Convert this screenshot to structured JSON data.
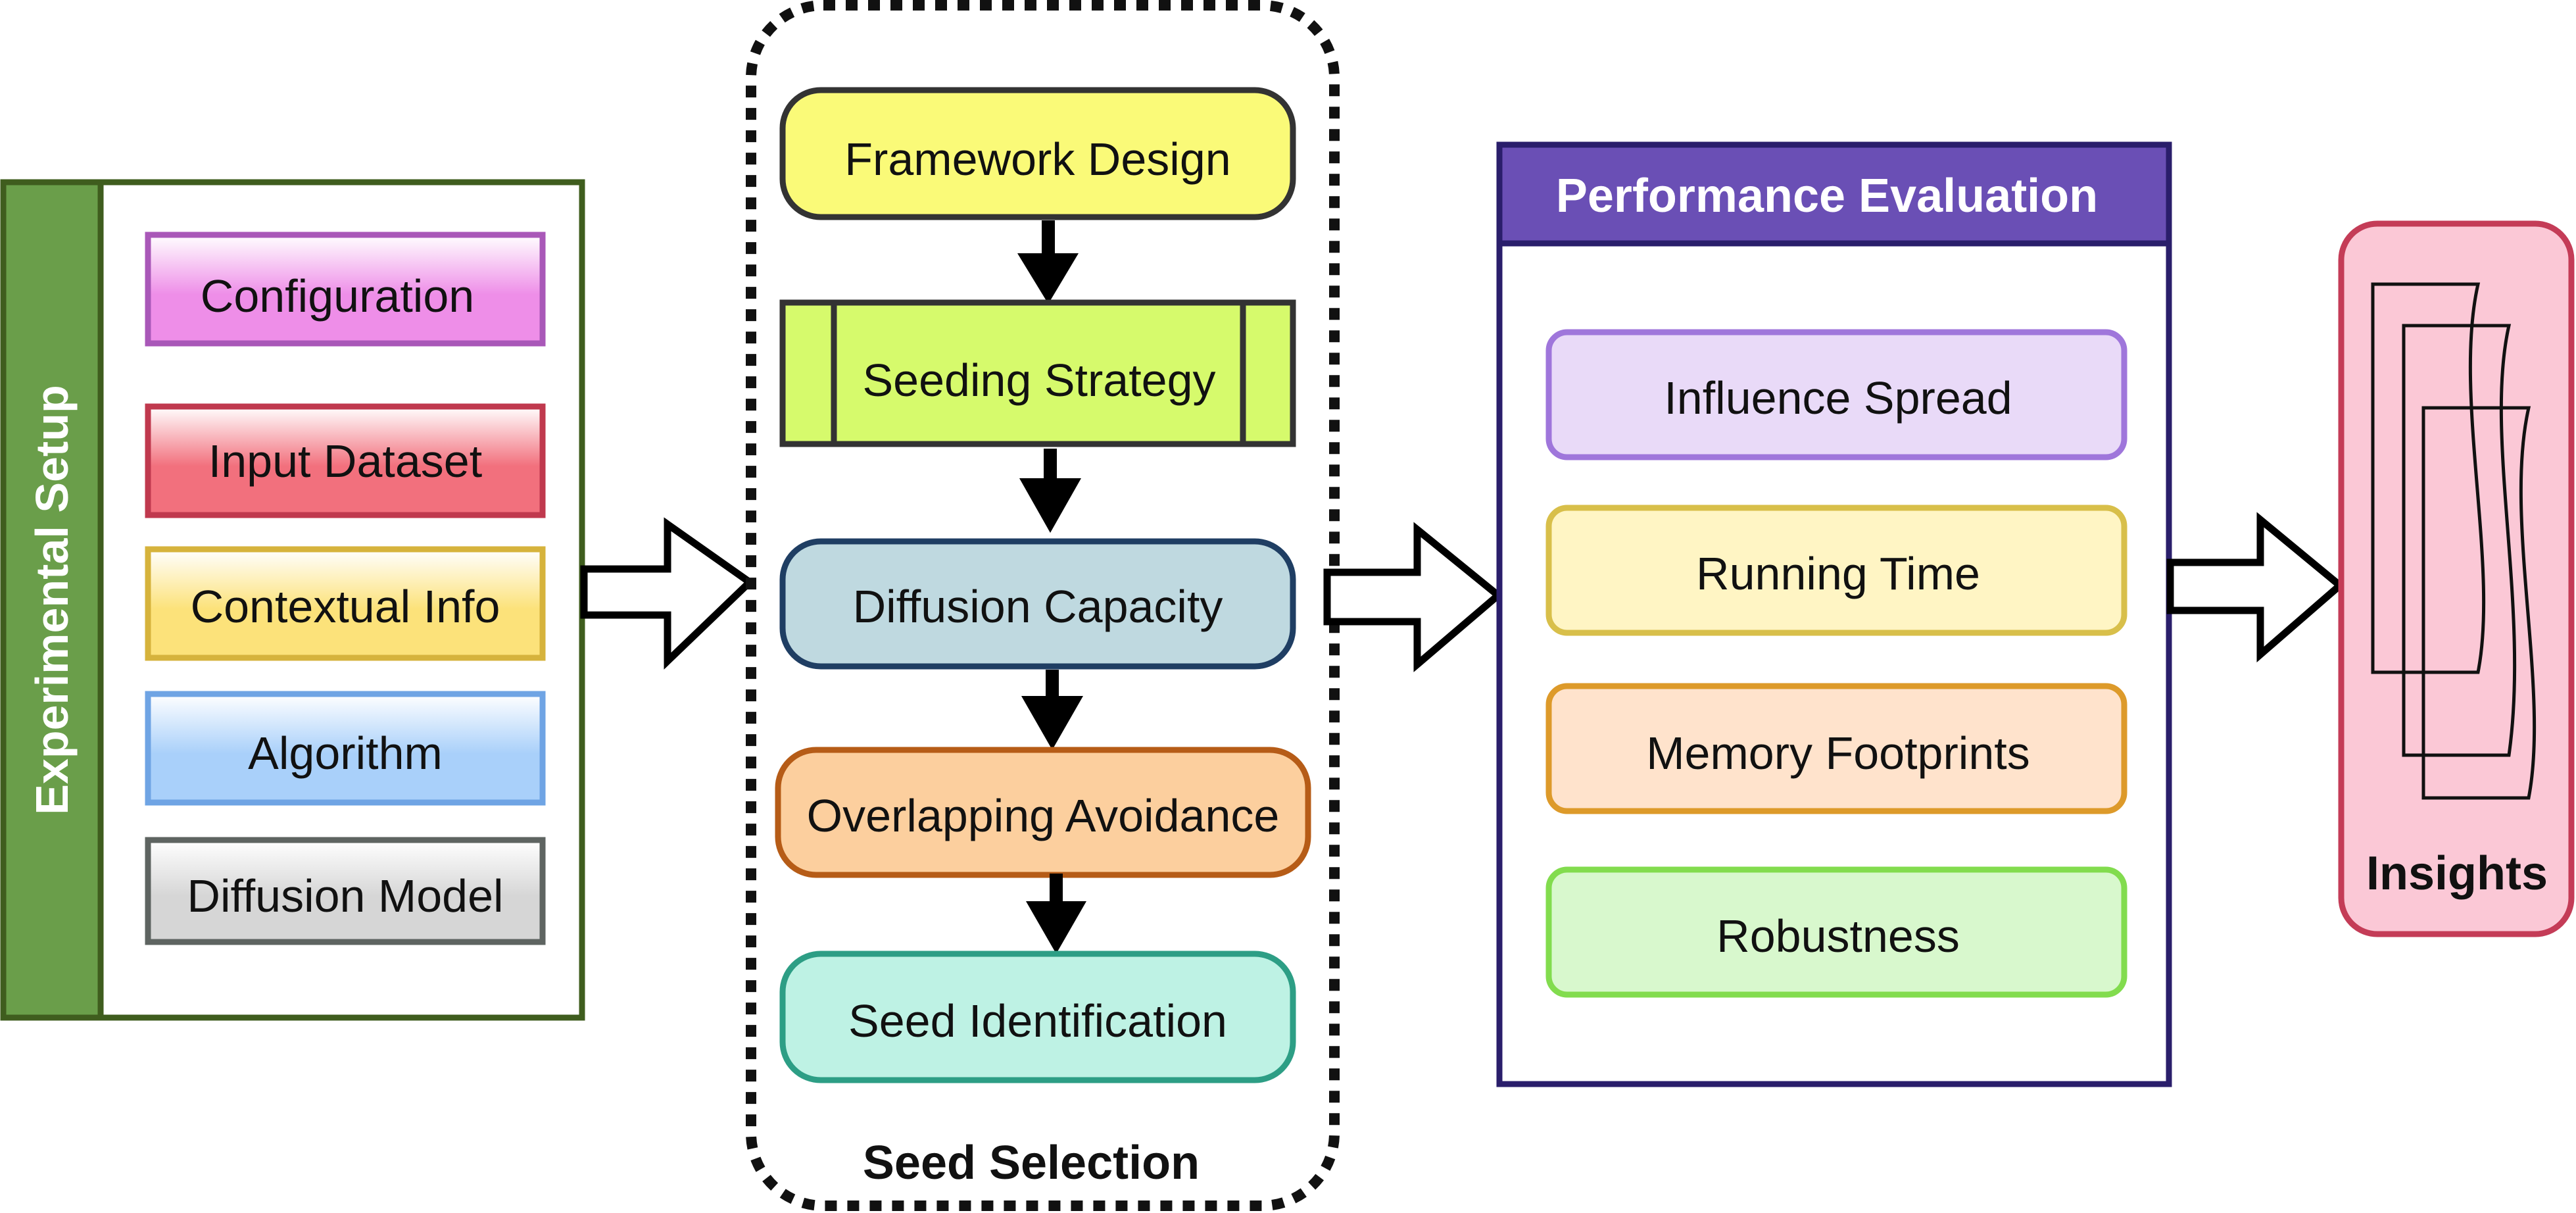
{
  "experimental_setup": {
    "title": "Experimental Setup",
    "items": [
      {
        "label": "Configuration",
        "color": "#EE8EE8"
      },
      {
        "label": "Input Dataset",
        "color": "#F2707D"
      },
      {
        "label": "Contextual Info",
        "color": "#FCE27A"
      },
      {
        "label": "Algorithm",
        "color": "#A9D0FA"
      },
      {
        "label": "Diffusion Model",
        "color": "#E0E0E0"
      }
    ]
  },
  "seed_selection": {
    "title": "Seed Selection",
    "steps": [
      {
        "label": "Framework Design",
        "color": "#FAFA78"
      },
      {
        "label": "Seeding Strategy",
        "color": "#D6FA6C"
      },
      {
        "label": "Diffusion Capacity",
        "color": "#BFD9E0"
      },
      {
        "label": "Overlapping Avoidance",
        "color": "#FCCF9E"
      },
      {
        "label": "Seed Identification",
        "color": "#BEF2E4"
      }
    ]
  },
  "performance_evaluation": {
    "title": "Performance Evaluation",
    "header_color": "#6A4FB5",
    "items": [
      {
        "label": "Influence Spread",
        "color": "#E9DAF8"
      },
      {
        "label": "Running Time",
        "color": "#FFF5C4"
      },
      {
        "label": "Memory Footprints",
        "color": "#FFE3CC"
      },
      {
        "label": "Robustness",
        "color": "#D8F8CD"
      }
    ]
  },
  "insights": {
    "title": "Insights",
    "icon": "documents-icon",
    "color": "#FBC8D6"
  }
}
